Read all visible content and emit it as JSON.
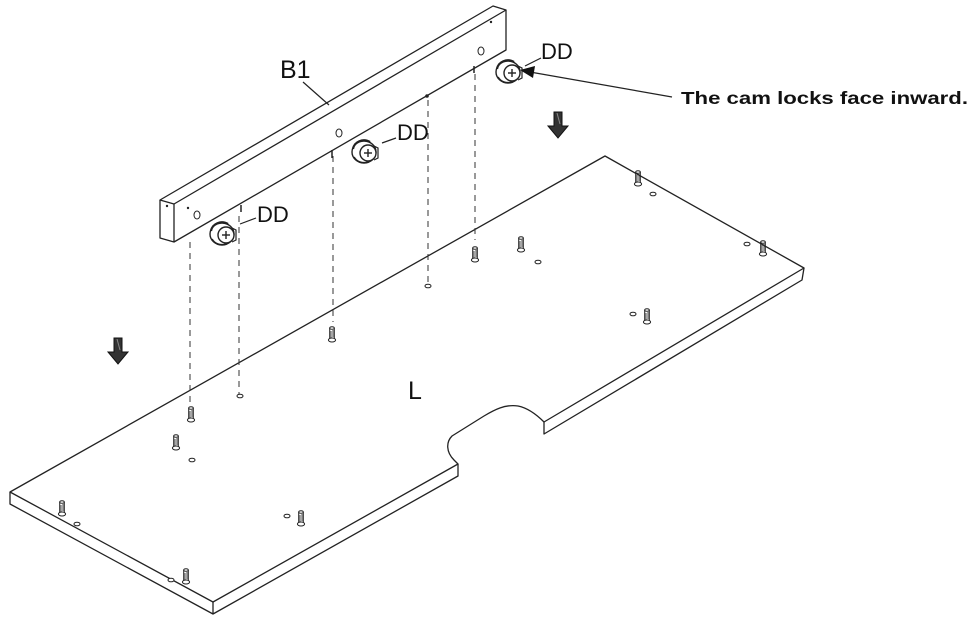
{
  "labels": {
    "board_rail": "B1",
    "board_base": "L",
    "cam_lock_1": "DD",
    "cam_lock_2": "DD",
    "cam_lock_3": "DD",
    "note": "The cam locks face inward."
  },
  "colors": {
    "line": "#222222",
    "arrow_fill": "#333333",
    "background": "#ffffff"
  },
  "icons": {
    "down_arrow": "down-arrow-icon",
    "cam_lock": "cam-lock-icon",
    "dowel": "wooden-dowel-icon"
  }
}
